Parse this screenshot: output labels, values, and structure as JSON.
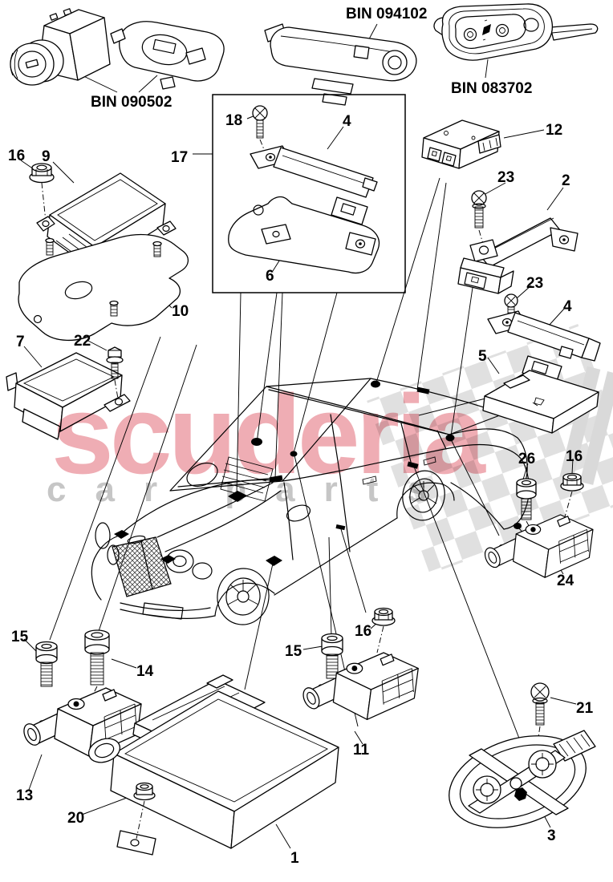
{
  "page": {
    "background": "#ffffff",
    "line_color": "#000000"
  },
  "watermark": {
    "brand": "scuderia",
    "subtitle": "car parts",
    "brand_color": "#efadb4",
    "subtitle_color": "#c6c6c6",
    "checker_color": "#e0e0e0",
    "stripe_color": "#d9d9d9"
  },
  "bin_labels": [
    {
      "id": "bin-090502",
      "text": "BIN 090502"
    },
    {
      "id": "bin-094102",
      "text": "BIN 094102"
    },
    {
      "id": "bin-083702",
      "text": "BIN 083702"
    }
  ],
  "callouts": [
    {
      "id": "16-top-left",
      "text": "16"
    },
    {
      "id": "9",
      "text": "9"
    },
    {
      "id": "17",
      "text": "17"
    },
    {
      "id": "18",
      "text": "18"
    },
    {
      "id": "4-in-box",
      "text": "4"
    },
    {
      "id": "6",
      "text": "6"
    },
    {
      "id": "12",
      "text": "12"
    },
    {
      "id": "23-upper",
      "text": "23"
    },
    {
      "id": "2",
      "text": "2"
    },
    {
      "id": "23-lower",
      "text": "23"
    },
    {
      "id": "4-right",
      "text": "4"
    },
    {
      "id": "5",
      "text": "5"
    },
    {
      "id": "10",
      "text": "10"
    },
    {
      "id": "7",
      "text": "7"
    },
    {
      "id": "22",
      "text": "22"
    },
    {
      "id": "26",
      "text": "26"
    },
    {
      "id": "16-right",
      "text": "16"
    },
    {
      "id": "24",
      "text": "24"
    },
    {
      "id": "15-left",
      "text": "15"
    },
    {
      "id": "14",
      "text": "14"
    },
    {
      "id": "13",
      "text": "13"
    },
    {
      "id": "20",
      "text": "20"
    },
    {
      "id": "1",
      "text": "1"
    },
    {
      "id": "15-right",
      "text": "15"
    },
    {
      "id": "16-middle",
      "text": "16"
    },
    {
      "id": "11",
      "text": "11"
    },
    {
      "id": "21",
      "text": "21"
    },
    {
      "id": "3",
      "text": "3"
    }
  ]
}
